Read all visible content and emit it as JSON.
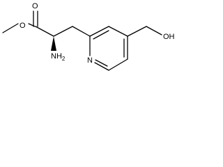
{
  "molecule": {
    "atoms": {
      "carbonyl_oxygen": "O",
      "ester_oxygen": "O",
      "amine": {
        "main": "NH",
        "subscript": "2"
      },
      "ring_nitrogen": "N",
      "hydroxyl": "OH"
    }
  }
}
